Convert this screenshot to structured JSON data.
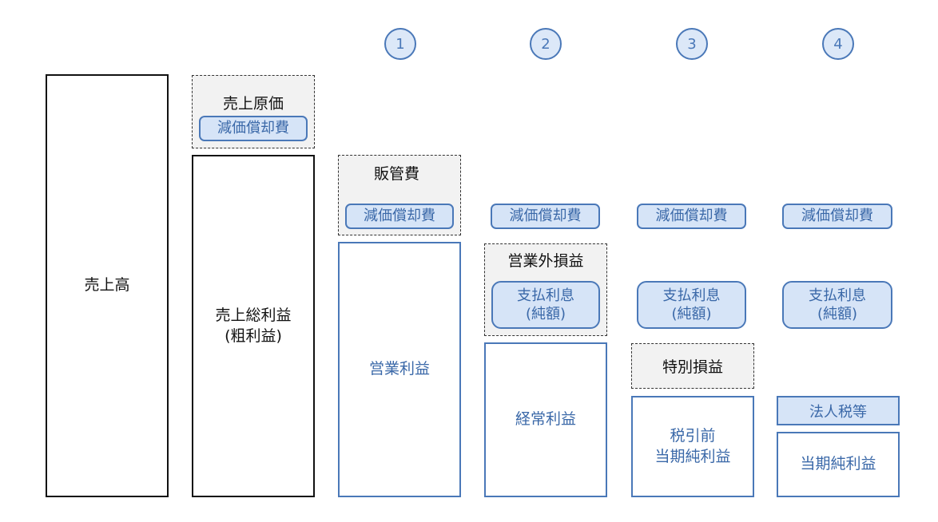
{
  "step_markers": [
    "1",
    "2",
    "3",
    "4"
  ],
  "column1": {
    "sales": "売上高"
  },
  "column2": {
    "cost_of_sales": "売上原価",
    "depreciation": "減価償却費",
    "gross_profit": "売上総利益\n(粗利益)"
  },
  "column3": {
    "sga": "販管費",
    "depreciation": "減価償却費",
    "operating_profit": "営業利益"
  },
  "column4": {
    "depreciation": "減価償却費",
    "non_operating": "営業外損益",
    "interest": "支払利息\n(純額)",
    "ordinary_profit": "経常利益"
  },
  "column5": {
    "depreciation": "減価償却費",
    "interest": "支払利息\n(純額)",
    "extraordinary": "特別損益",
    "pretax_profit": "税引前\n当期純利益"
  },
  "column6": {
    "depreciation": "減価償却費",
    "interest": "支払利息\n(純額)",
    "corporate_tax": "法人税等",
    "net_profit": "当期純利益"
  },
  "colors": {
    "blue_border": "#4a78b8",
    "blue_fill": "#d6e4f7",
    "blue_text": "#3a68a8",
    "black": "#111111",
    "gray_fill": "#f2f2f2"
  }
}
